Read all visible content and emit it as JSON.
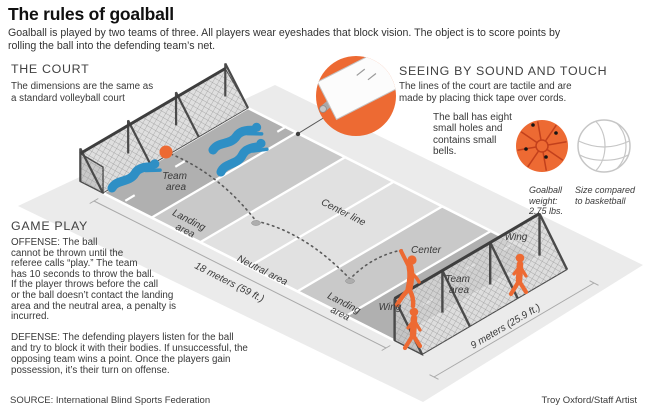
{
  "title": "The rules of goalball",
  "intro_lines": [
    "Goalball is played by two teams of three. All players wear eyeshades that block vision. The object is to score points by",
    "rolling the ball into the defending team’s net."
  ],
  "sections": {
    "court": {
      "heading": "THE COURT",
      "lines": [
        "The dimensions are the same as",
        "a standard volleyball court"
      ]
    },
    "seeing": {
      "heading": "SEEING BY SOUND AND TOUCH",
      "lines": [
        "The lines of the court are tactile and are",
        "made by placing thick tape over cords."
      ]
    },
    "ball": {
      "lines": [
        "The ball has eight",
        "small holes and",
        "contains small",
        "bells."
      ],
      "goalball_caption_lines": [
        "Goalball",
        "weight:",
        "2.75 lbs."
      ],
      "basketball_caption_lines": [
        "Size compared",
        "to basketball"
      ]
    },
    "gameplay": {
      "heading": "GAME PLAY",
      "offense_lines": [
        "OFFENSE: The ball",
        "cannot be thrown until the",
        "referee calls “play.” The team",
        "has 10 seconds to throw the ball.",
        "If the player throws before the call",
        "or the ball doesn’t contact the landing",
        "area and the neutral area, a penalty is",
        "incurred."
      ],
      "defense_lines": [
        "DEFENSE: The defending players listen for the ball",
        "and try to block it with their bodies. If unsuccessful, the",
        "opposing team wins a point. Once the players gain",
        "possession, it’s their turn on offense."
      ]
    }
  },
  "court_labels": {
    "team_area_lines": [
      "Team",
      "area"
    ],
    "landing_area_lines": [
      "Landing",
      "area"
    ],
    "neutral_area": "Neutral area",
    "center_line": "Center line",
    "center": "Center",
    "wing": "Wing",
    "length_label": "18 meters (59 ft.)",
    "width_label": "9 meters (25.9 ft.)"
  },
  "footer": {
    "source": "SOURCE: International Blind Sports Federation",
    "credit": "Troy Oxford/Staff Artist"
  },
  "colors": {
    "accent_orange": "#ED6A33",
    "player_blue": "#2E8FC5",
    "team_area_gray": "#B0B0B0",
    "landing_area_gray": "#C9C9C9",
    "neutral_area_gray": "#E1E1E1",
    "apron_gray": "#EBEBEB"
  }
}
